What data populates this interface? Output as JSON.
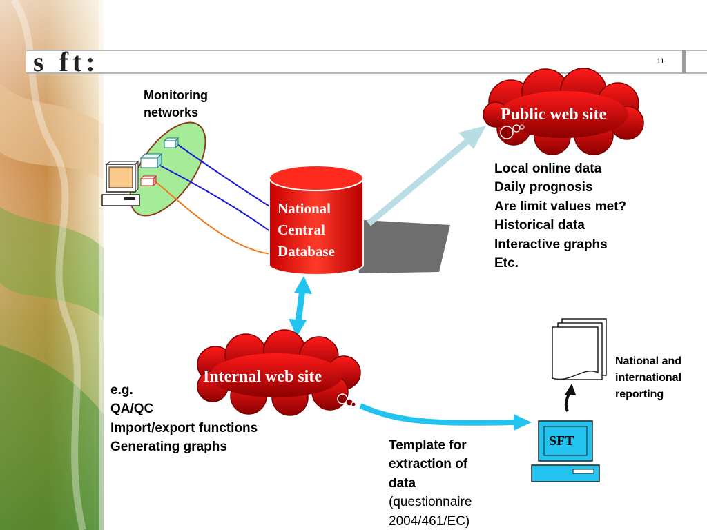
{
  "header": {
    "logo_text": "s ft:",
    "page_number": "11"
  },
  "monitoring": {
    "label_line1": "Monitoring",
    "label_line2": "networks"
  },
  "database": {
    "line1": "National",
    "line2": "Central",
    "line3": "Database"
  },
  "public_site": {
    "title": "Public web site",
    "features": [
      "Local online data",
      "Daily prognosis",
      "Are limit values met?",
      "Historical data",
      "Interactive graphs",
      "Etc."
    ]
  },
  "internal_site": {
    "title": "Internal web site",
    "features": [
      "e.g.",
      "QA/QC",
      "Import/export functions",
      "Generating graphs"
    ]
  },
  "template_note": {
    "lines": [
      "Template for",
      "extraction of",
      "data"
    ],
    "sub_lines": [
      "(questionnaire",
      "2004/461/EC)"
    ]
  },
  "reporting": {
    "lines": [
      "National and",
      "international",
      "reporting"
    ]
  },
  "sft_computer": {
    "label": "SFT"
  },
  "colors": {
    "cloud_red": "#cc0000",
    "cloud_dark": "#7a0000",
    "arrow_cyan": "#22c4ef",
    "arrow_pale": "#b8dde4",
    "link_blue": "#1a1adc",
    "link_orange": "#f07a18",
    "ellipse_green": "#a6ec98"
  }
}
